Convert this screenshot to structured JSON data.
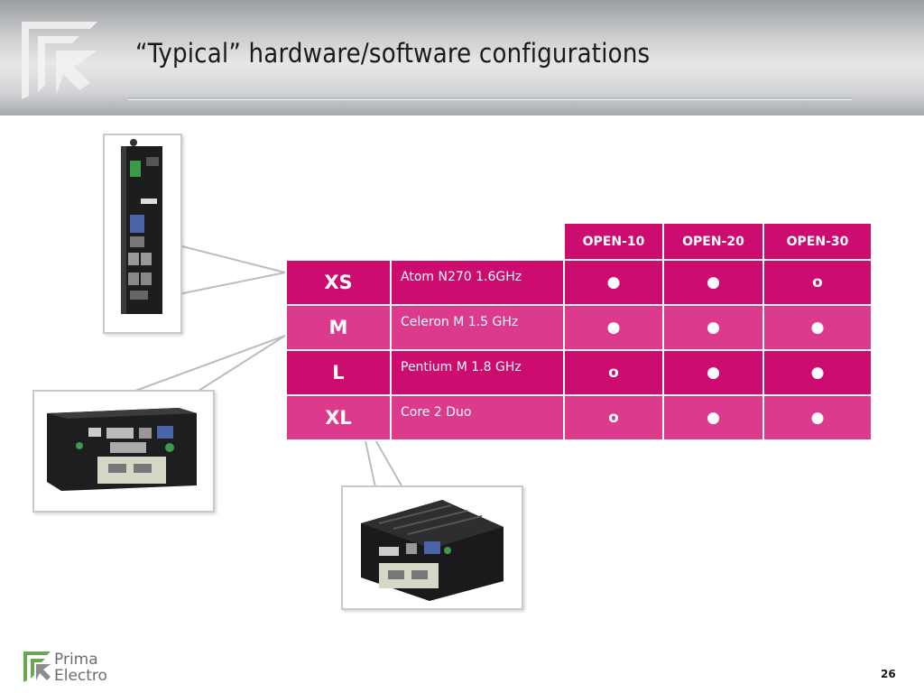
{
  "slide": {
    "title": "“Typical” hardware/software configurations",
    "page_number": "26"
  },
  "table": {
    "columns": [
      "OPEN-10",
      "OPEN-20",
      "OPEN-30"
    ],
    "rows": [
      {
        "size": "XS",
        "cpu": "Atom N270 1.6GHz",
        "marks": [
          "●",
          "●",
          "o"
        ]
      },
      {
        "size": "M",
        "cpu": "Celeron M 1.5 GHz",
        "marks": [
          "●",
          "●",
          "●"
        ]
      },
      {
        "size": "L",
        "cpu": "Pentium M 1.8 GHz",
        "marks": [
          "o",
          "●",
          "●"
        ]
      },
      {
        "size": "XL",
        "cpu": "Core 2 Duo",
        "marks": [
          "o",
          "●",
          "●"
        ]
      }
    ]
  },
  "footer": {
    "brand_line1": "Prima",
    "brand_line2": "Electro"
  },
  "colors": {
    "accent": "#cd0c6f",
    "accent_light": "#db3a8d",
    "brand_green": "#6aa84f"
  }
}
